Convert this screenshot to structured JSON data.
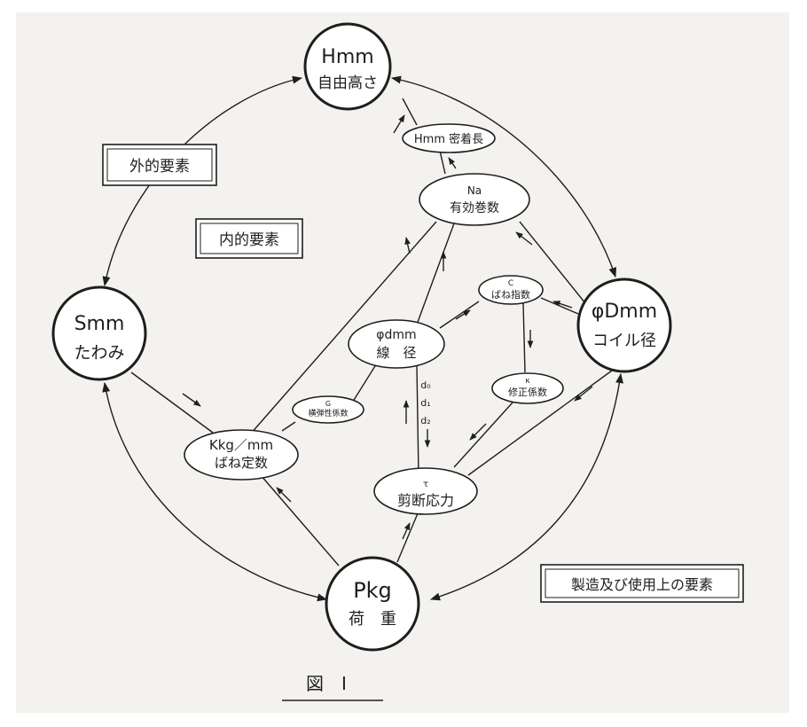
{
  "nodes": {
    "h": {
      "symbol": "Hmm",
      "label": "自由高さ"
    },
    "s": {
      "symbol": "Smm",
      "label": "たわみ"
    },
    "d": {
      "symbol": "φDmm",
      "label": "コイル径"
    },
    "p": {
      "symbol": "Pkg",
      "label": "荷　重"
    },
    "hs": {
      "label": "Hmm 密着長"
    },
    "na": {
      "symbol": "Na",
      "label": "有効巻数"
    },
    "c": {
      "symbol": "C",
      "label": "ばね指数"
    },
    "wire": {
      "symbol": "φdmm",
      "label": "線　径"
    },
    "kappa": {
      "symbol": "κ",
      "label": "修正係数"
    },
    "g": {
      "symbol": "G",
      "label": "横弾性係数"
    },
    "k": {
      "symbol": "Kkg／mm",
      "label": "ばね定数"
    },
    "tau": {
      "symbol": "τ",
      "label": "剪断応力"
    }
  },
  "wire_diameters": [
    "d₀",
    "d₁",
    "d₂"
  ],
  "boxes": {
    "external": "外的要素",
    "internal": "内的要素",
    "manufacturing": "製造及び使用上の要素"
  },
  "caption": "図　I"
}
